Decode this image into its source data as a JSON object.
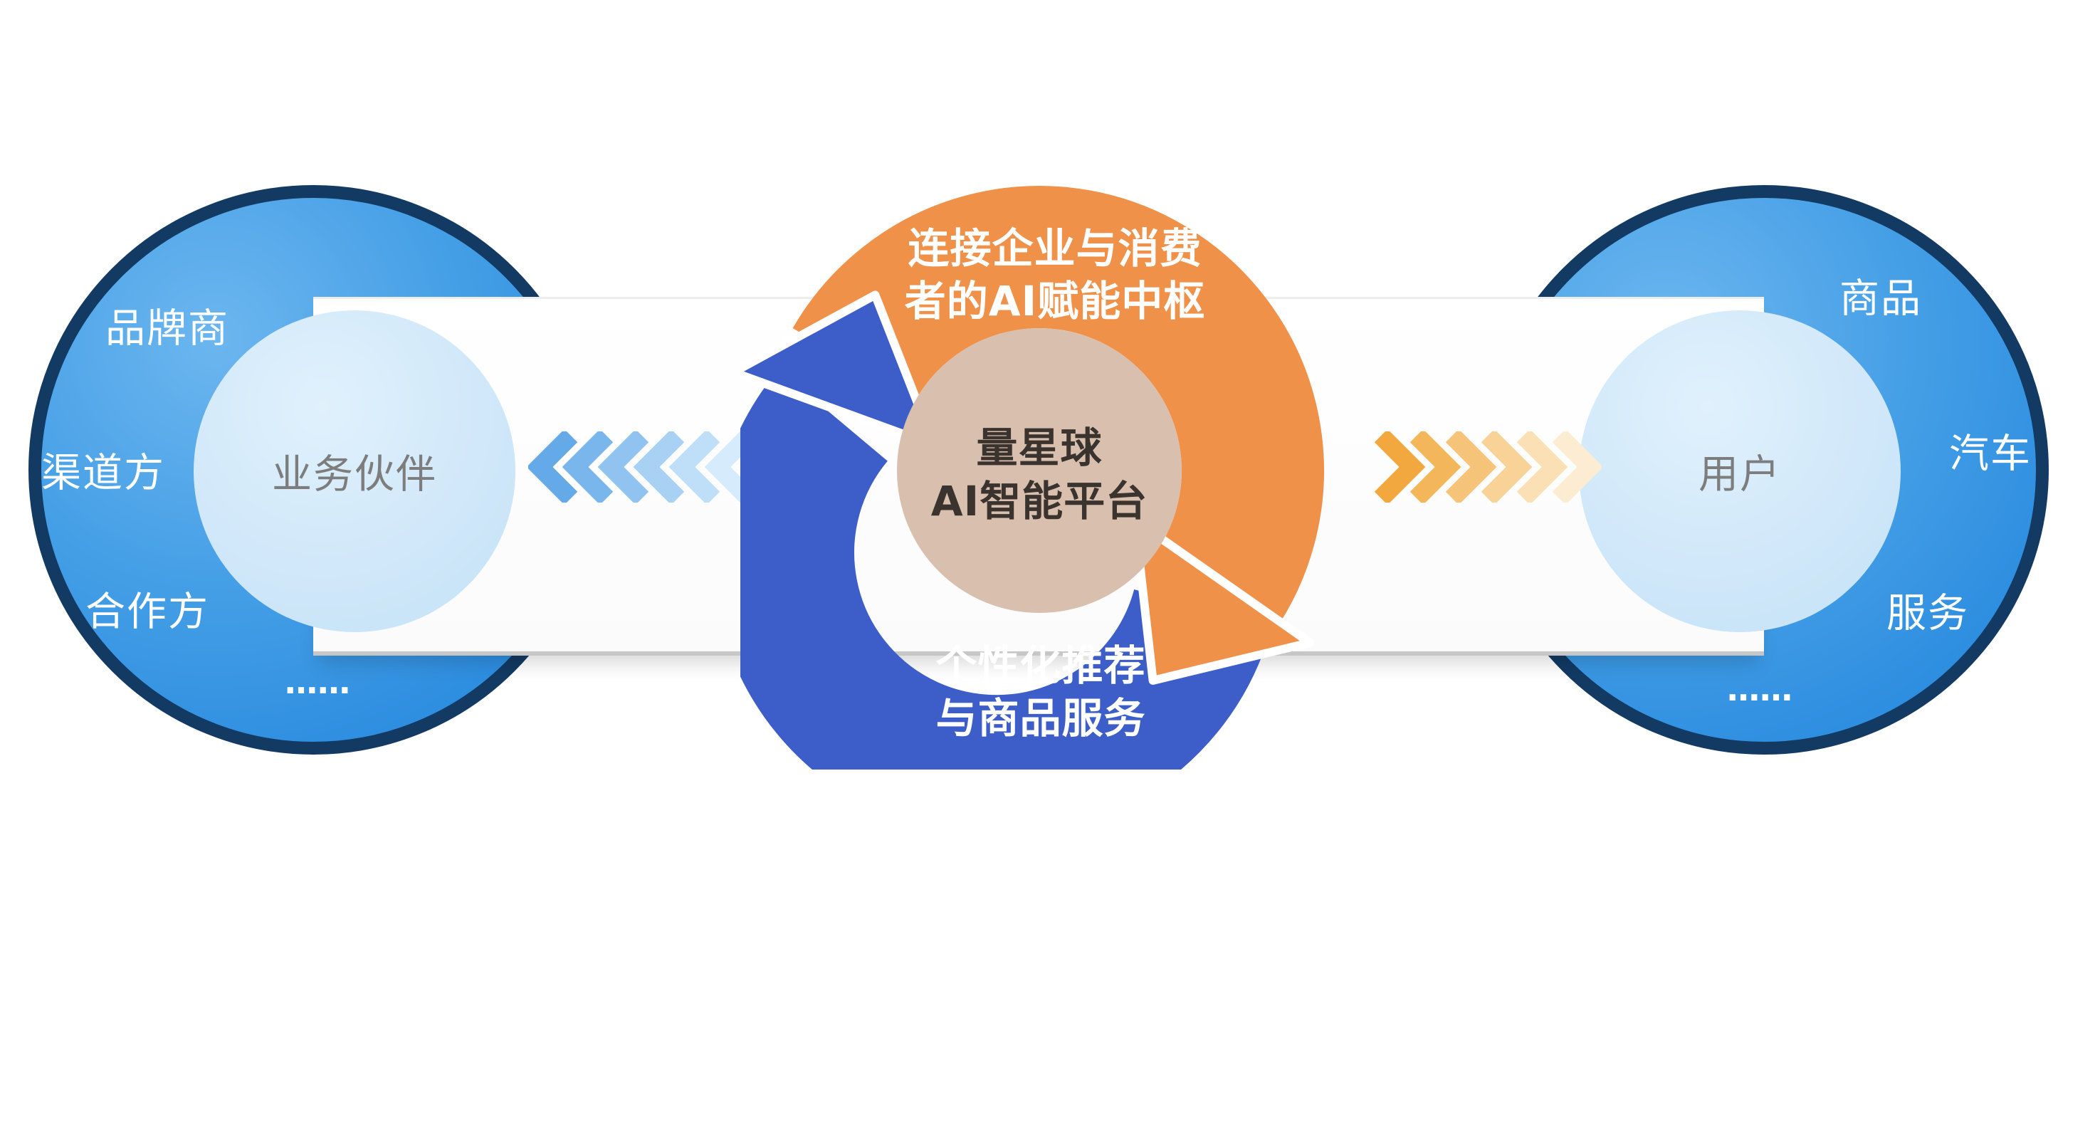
{
  "left_circle": {
    "labels": {
      "brand": "品牌商",
      "channel": "渠道方",
      "partner": "合作方",
      "more": "……"
    },
    "inner_label": "业务伙伴"
  },
  "right_circle": {
    "labels": {
      "goods": "商品",
      "car": "汽车",
      "service": "服务",
      "more": "……"
    },
    "inner_label": "用户"
  },
  "center": {
    "top_caption": {
      "line1": "连接企业与消费",
      "line2": "者的AI赋能中枢"
    },
    "core": {
      "line1": "量星球",
      "line2": "AI智能平台"
    },
    "bottom_caption": {
      "line1": "个性化推荐",
      "line2": "与商品服务"
    }
  },
  "arrows": {
    "left": {
      "colors": [
        "#64a9e8",
        "#79b6ec",
        "#90c3f0",
        "#a8d1f4",
        "#bfdef8",
        "#d6ebfb"
      ]
    },
    "right": {
      "colors": [
        "#f2a83e",
        "#f4b65a",
        "#f6c478",
        "#f8d296",
        "#fae0b4",
        "#fcecd1"
      ]
    }
  },
  "colors": {
    "outer_circle_border": "#123a63",
    "outer_circle_blue": "#2f8fdf",
    "inner_circle_fill": "#cfe7f9",
    "ring_orange": "#f0914a",
    "ring_blue": "#3d5dc8",
    "core_fill": "#d8bfae",
    "band_edge": "#c6c6c6"
  }
}
